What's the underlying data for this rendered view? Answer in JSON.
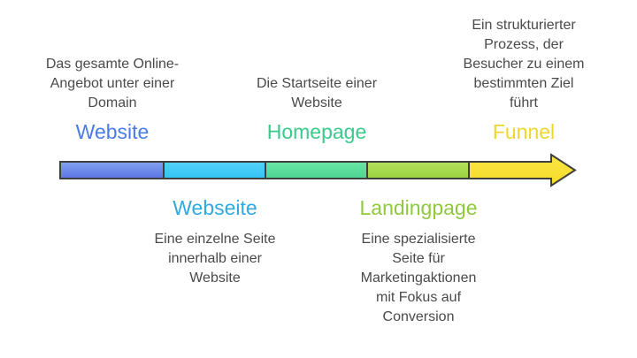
{
  "page": {
    "background": "#ffffff",
    "body_text_color": "#4a4a4a"
  },
  "terms": {
    "website": {
      "label": "Website",
      "color": "#4a7ce8",
      "desc_lines": [
        "Das gesamte Online-",
        "Angebot unter einer",
        "Domain"
      ]
    },
    "webseite": {
      "label": "Webseite",
      "color": "#2fa9df",
      "desc_lines": [
        "Eine einzelne Seite",
        "innerhalb einer",
        "Website"
      ]
    },
    "homepage": {
      "label": "Homepage",
      "color": "#3bca8c",
      "desc_lines": [
        "Die Startseite einer",
        "Website"
      ]
    },
    "landingpage": {
      "label": "Landingpage",
      "color": "#90c83e",
      "desc_lines": [
        "Eine spezialisierte",
        "Seite für",
        "Marketingaktionen",
        "mit Fokus auf",
        "Conversion"
      ]
    },
    "funnel": {
      "label": "Funnel",
      "color": "#edd72e",
      "desc_lines": [
        "Ein strukturierter",
        "Prozess, der",
        "Besucher zu einem",
        "bestimmten Ziel",
        "führt"
      ]
    }
  },
  "arrow": {
    "outline": "#3f3f3f",
    "segments": {
      "website": {
        "top": "#82a3f1",
        "bottom": "#5a74e4"
      },
      "webseite": {
        "top": "#55d2f8",
        "bottom": "#33c3f3"
      },
      "homepage": {
        "top": "#6ae5a6",
        "bottom": "#4cd690"
      },
      "landingpage": {
        "top": "#b4e05e",
        "bottom": "#9ad33f"
      },
      "funnel": {
        "top": "#fae745",
        "bottom": "#f6dc28"
      }
    }
  }
}
